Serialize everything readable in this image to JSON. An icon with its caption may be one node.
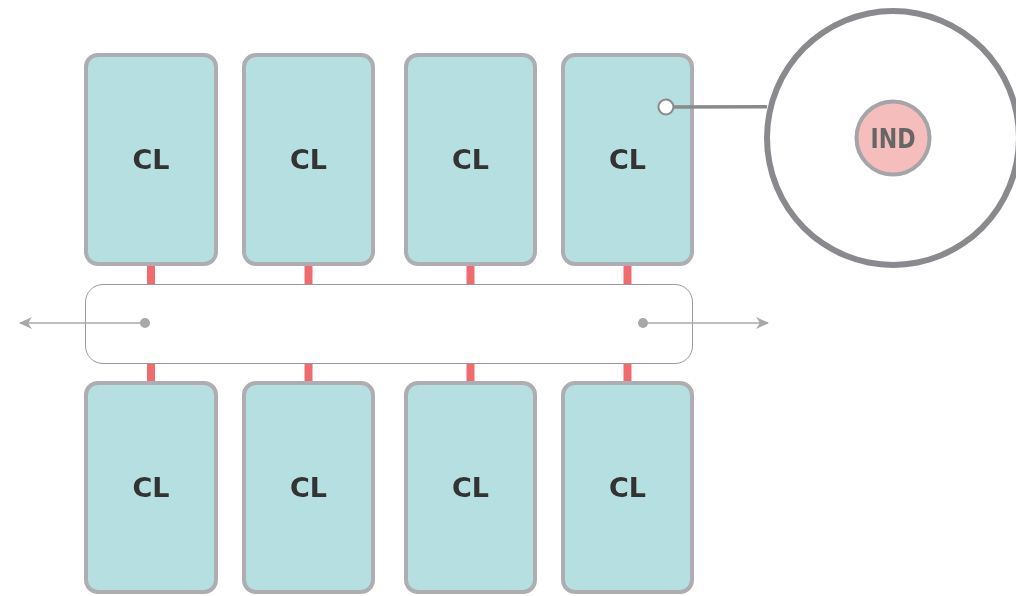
{
  "diagram": {
    "nodes": [
      {
        "text": [
          "CL"
        ]
      },
      {
        "text": [
          "CL"
        ]
      },
      {
        "text": [
          "CL"
        ]
      },
      {
        "text": [
          "CL"
        ]
      },
      {
        "text": [],
        "shape": "circle"
      },
      {
        "text": [
          "IND"
        ],
        "in": 4
      },
      {
        "text": [],
        "shape": "box"
      },
      {
        "text": [
          "CL"
        ]
      },
      {
        "text": [
          "CL"
        ]
      },
      {
        "text": [
          "CL"
        ]
      },
      {
        "text": [
          "CL"
        ]
      }
    ],
    "edges": [
      {
        "from": 0,
        "to": 6,
        "arrow": "none"
      },
      {
        "from": 1,
        "to": 6,
        "arrow": "none"
      },
      {
        "from": 2,
        "to": 6,
        "arrow": "none"
      },
      {
        "from": 3,
        "to": 6,
        "arrow": "none"
      },
      {
        "from": 6,
        "to": 7,
        "arrow": "none"
      },
      {
        "from": 6,
        "to": 8,
        "arrow": "none"
      },
      {
        "from": 6,
        "to": 9,
        "arrow": "none"
      },
      {
        "from": 6,
        "to": 10,
        "arrow": "none"
      },
      {
        "from": 6,
        "to": null,
        "arrow": "to",
        "color": "#a8a8aa"
      },
      {
        "from": 6,
        "to": null,
        "arrow": "to",
        "color": "#a8a8aa"
      },
      {
        "from": 3,
        "to": 4,
        "arrow": "other",
        "color": "#8a8a8e"
      }
    ]
  }
}
